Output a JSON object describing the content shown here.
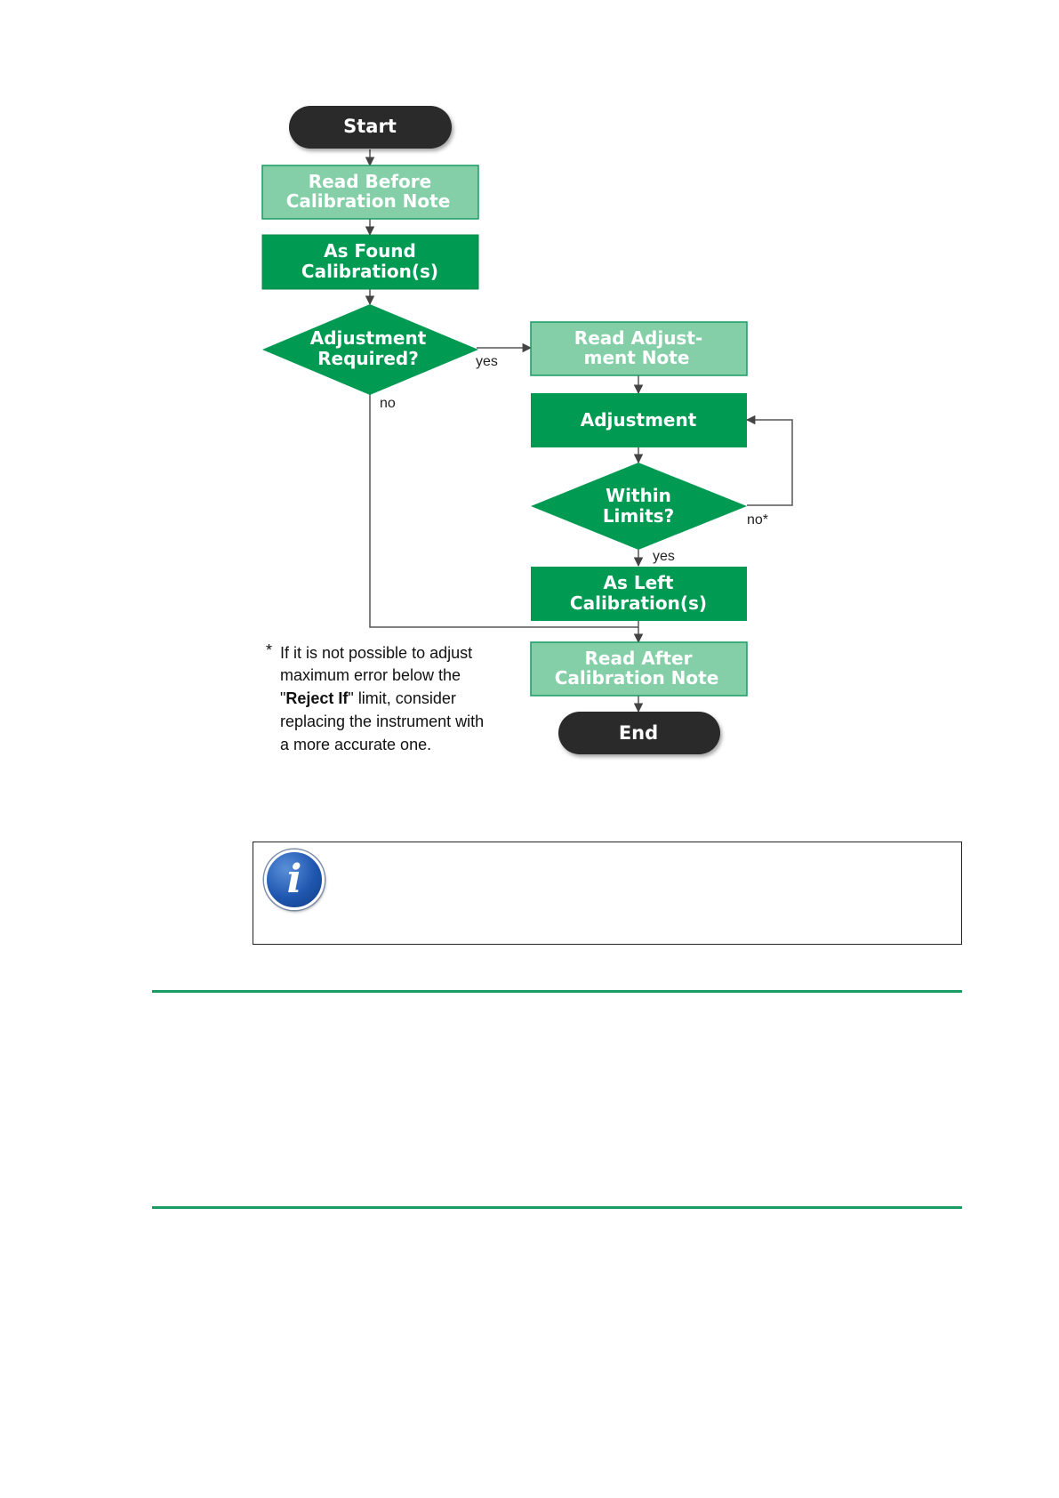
{
  "flowchart": {
    "start": "Start",
    "read_before": [
      "Read Before",
      "Calibration Note"
    ],
    "as_found": [
      "As Found",
      "Calibration(s)"
    ],
    "adjustment_required": [
      "Adjustment",
      "Required?"
    ],
    "yes_1": "yes",
    "no_1": "no",
    "read_adjust": [
      "Read Adjust-",
      "ment Note"
    ],
    "adjustment": "Adjustment",
    "within_limits": [
      "Within",
      "Limits?"
    ],
    "no_star": "no*",
    "yes_2": "yes",
    "as_left": [
      "As Left",
      "Calibration(s)"
    ],
    "read_after": [
      "Read After",
      "Calibration Note"
    ],
    "end": "End"
  },
  "footnote": {
    "asterisk": "*",
    "line1": "If it is not possible to adjust",
    "line2": "maximum error below the",
    "line3_quote_open": "\"",
    "line3_bold": "Reject If",
    "line3_rest": "\" limit, consider",
    "line4": "replacing the instrument with",
    "line5": "a more accurate one."
  },
  "info_note": {
    "icon": "info-icon",
    "glyph": "i"
  },
  "colors": {
    "dark_green": "#009a53",
    "light_green": "#85cfa8",
    "terminator": "#2b2b2b",
    "rule": "#1b9a63"
  }
}
